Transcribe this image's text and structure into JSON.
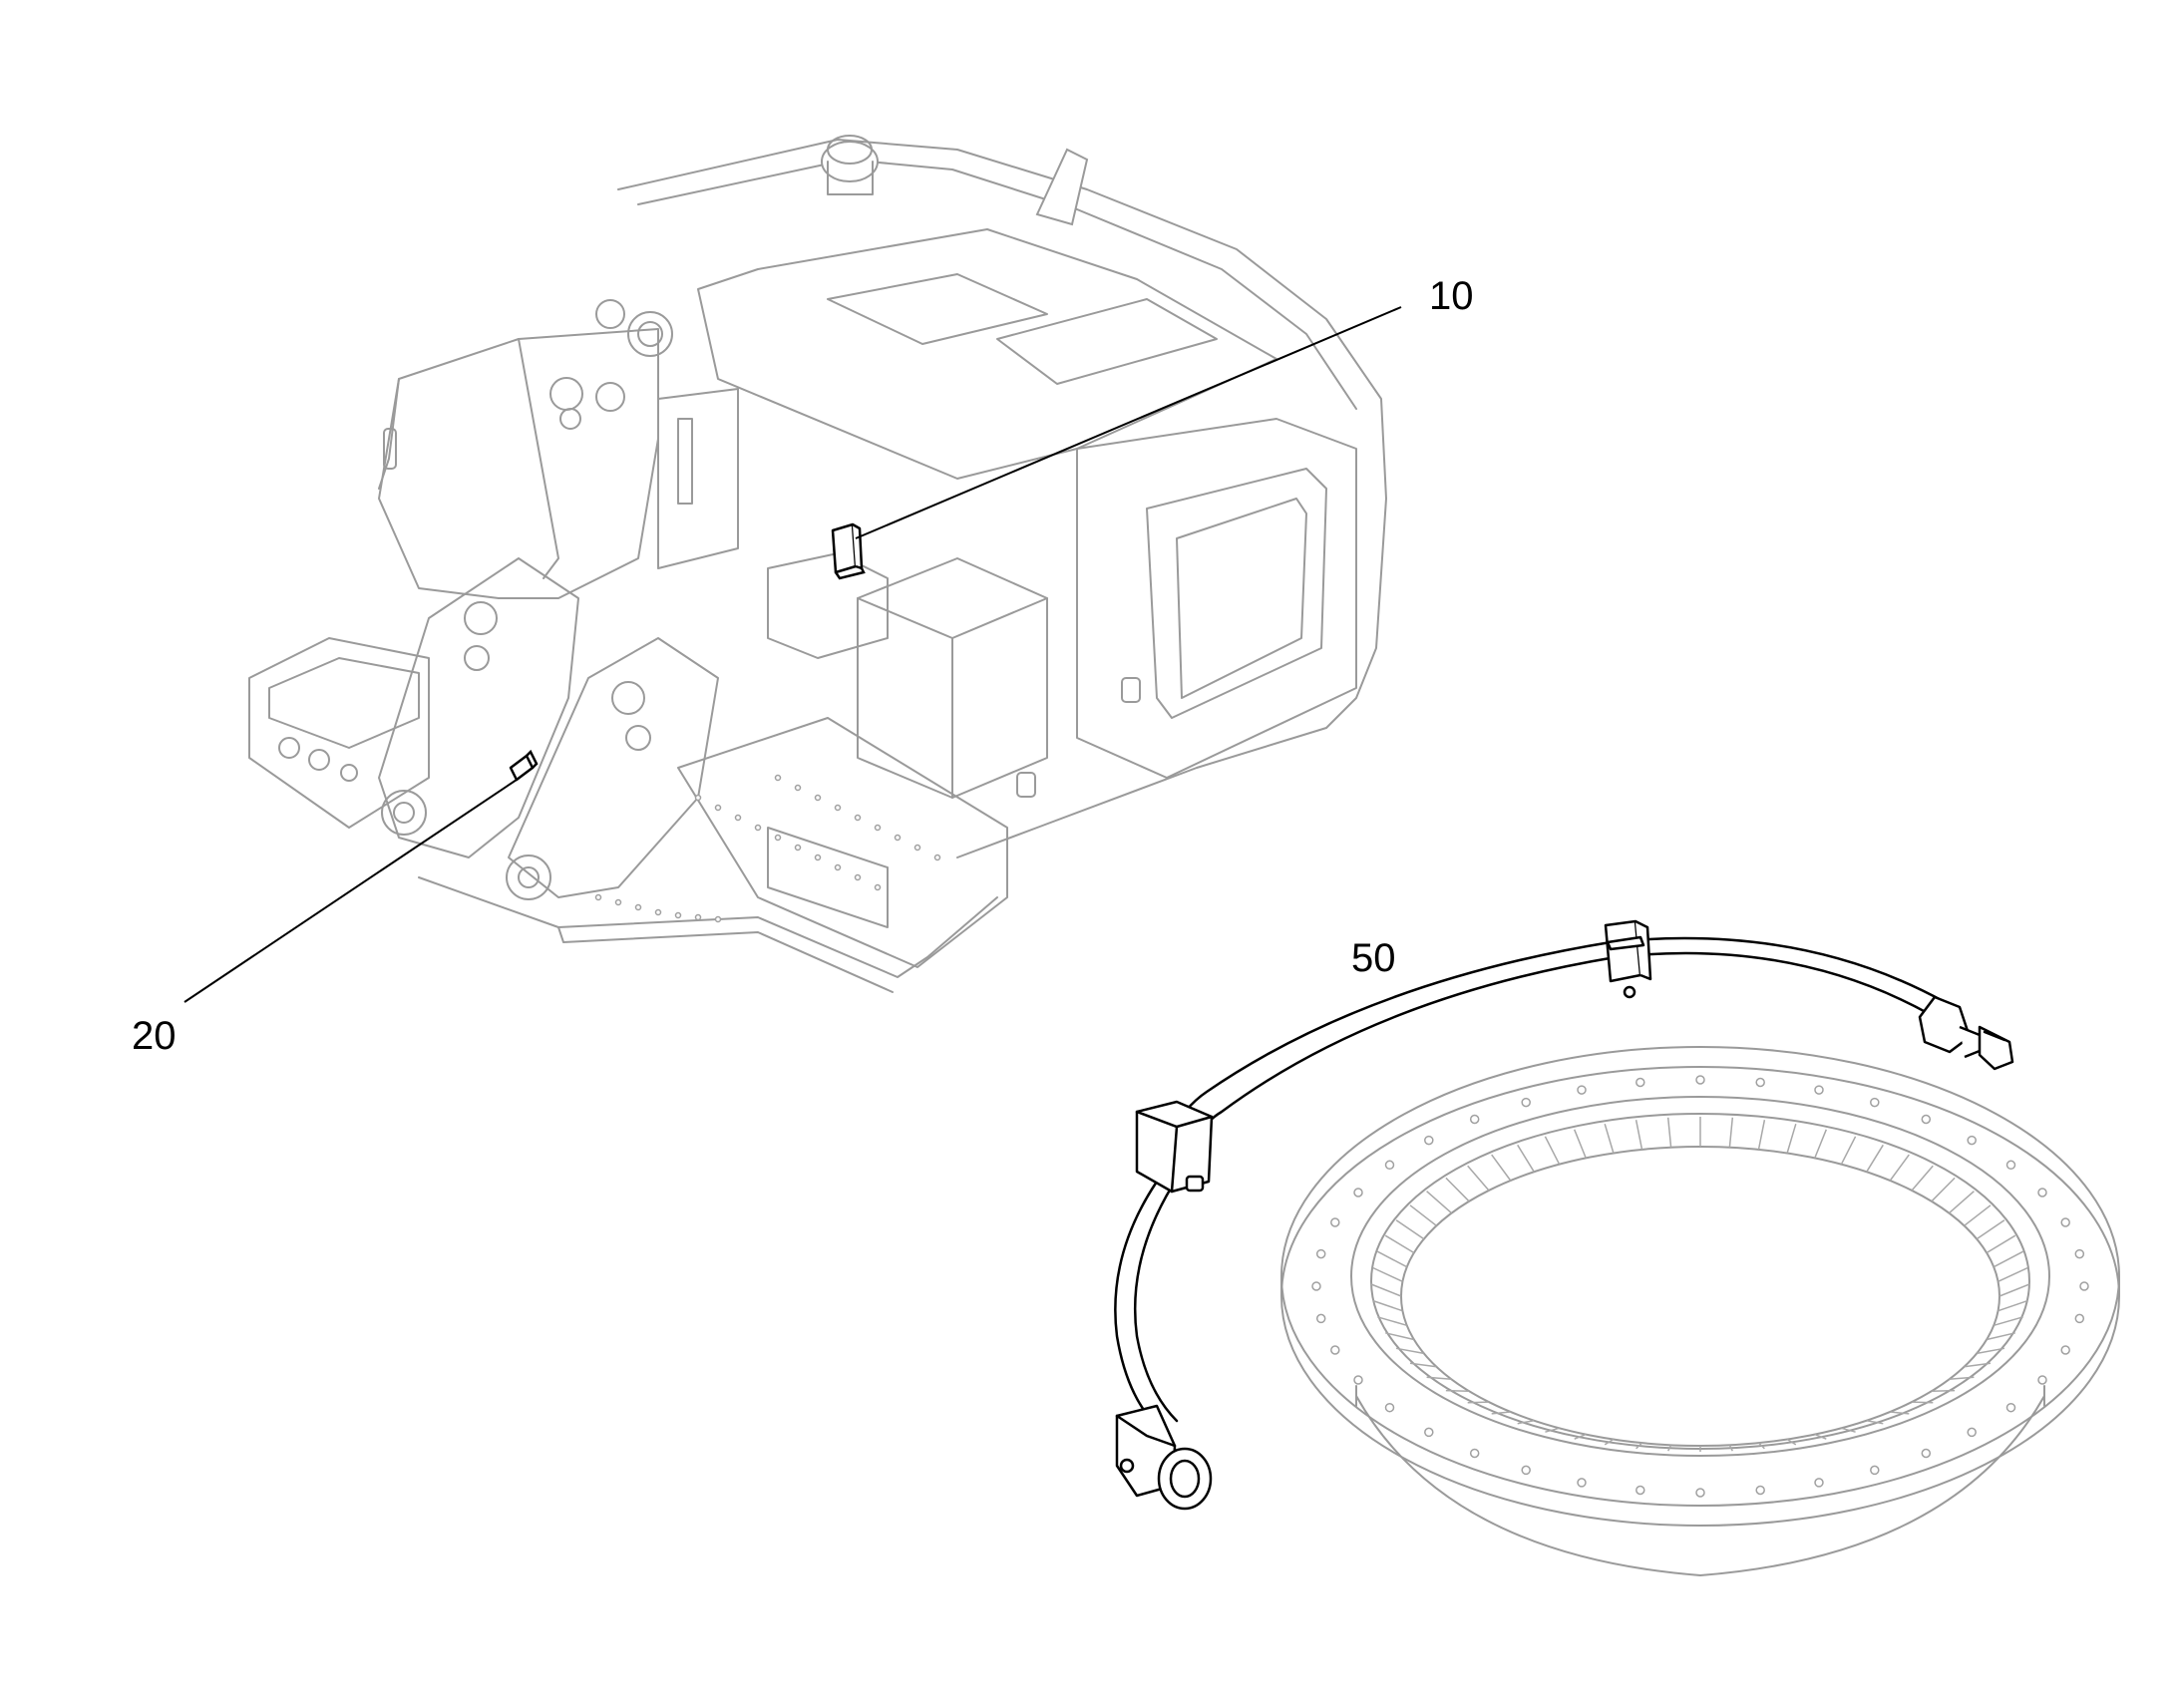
{
  "callouts": [
    {
      "id": "item-10",
      "label": "10"
    },
    {
      "id": "item-20",
      "label": "20"
    },
    {
      "id": "item-50",
      "label": "50"
    }
  ],
  "colors": {
    "background": "#ffffff",
    "callout": "#000000",
    "highlighted_part": "#000000",
    "context_geometry": "#9a9a9a"
  },
  "parts": {
    "context": [
      "machine-frame",
      "slewing-ring"
    ],
    "highlighted": [
      "item-10-bracket",
      "item-20-marker",
      "item-50-hose"
    ]
  }
}
